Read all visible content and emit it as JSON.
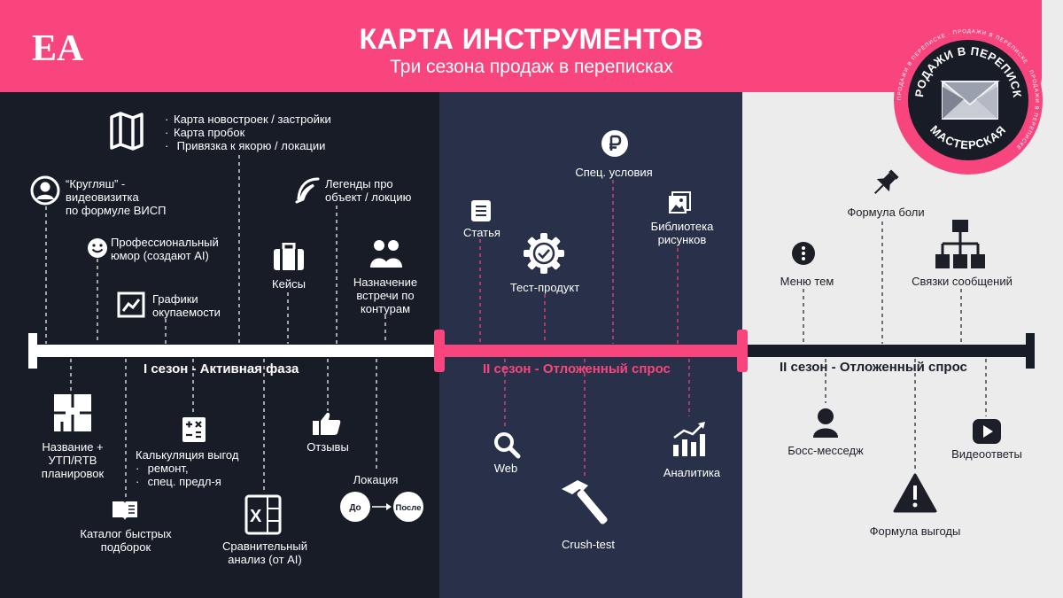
{
  "header": {
    "logo_text": "EA",
    "title": "КАРТА ИНСТРУМЕНТОВ",
    "subtitle": "Три сезона продаж в переписках",
    "badge_line1": "ПРОДАЖИ В ПЕРЕПИСКЕ",
    "badge_line2": "МАСТЕРСКАЯ",
    "badge_small": "ПРОДАЖИ В ПЕРЕПИСКЕ · ПРОДАЖИ В ПЕРЕПИСКЕ · ПРОДАЖИ В ПЕРЕПИСКЕ ·"
  },
  "colors": {
    "pink": "#f8457d",
    "dark": "#171c27",
    "navy": "#283149",
    "light": "#ececec"
  },
  "phases": [
    {
      "label": "I сезон - Активная фаза"
    },
    {
      "label": "II сезон - Отложенный спрос"
    },
    {
      "label": "II сезон - Отложенный спрос"
    }
  ],
  "season1": {
    "map_items": [
      "Карта новостроек / застройки",
      "Карта пробок",
      "Привязка к якорю / локации"
    ],
    "krugliash": [
      "“Кругляш” -",
      "видеовизитка",
      "по формуле ВИСП"
    ],
    "humor": [
      "Профессиональный",
      "юмор (создают AI)"
    ],
    "graphs": [
      "Графики",
      "окупаемости"
    ],
    "cases": "Кейсы",
    "legends": [
      "Легенды про",
      "объект / локцию"
    ],
    "meeting": [
      "Назначение",
      "встречи по",
      "контурам"
    ],
    "layout_name": [
      "Название +",
      "УТП/RTB",
      "планировок"
    ],
    "catalog": [
      "Каталог быстрых",
      "подборок"
    ],
    "calc_title": "Калькуляция выгод",
    "calc_items": [
      "ремонт,",
      "спец. предл-я"
    ],
    "compare": [
      "Сравнительный",
      "анализ (от AI)"
    ],
    "reviews": "Отзывы",
    "location": "Локация",
    "before": "До",
    "after": "После"
  },
  "season2": {
    "ruble": "Спец. условия",
    "article": "Статья",
    "library": [
      "Библиотека",
      "рисунков"
    ],
    "testprod": "Тест-продукт",
    "web": "Web",
    "analytics": "Аналитика",
    "crush": "Crush-test"
  },
  "season3": {
    "pain": "Формула боли",
    "menu": "Меню тем",
    "links": "Связки сообщений",
    "boss": "Босс-месседж",
    "video": "Видеоответы",
    "benefit": "Формула выгоды"
  }
}
